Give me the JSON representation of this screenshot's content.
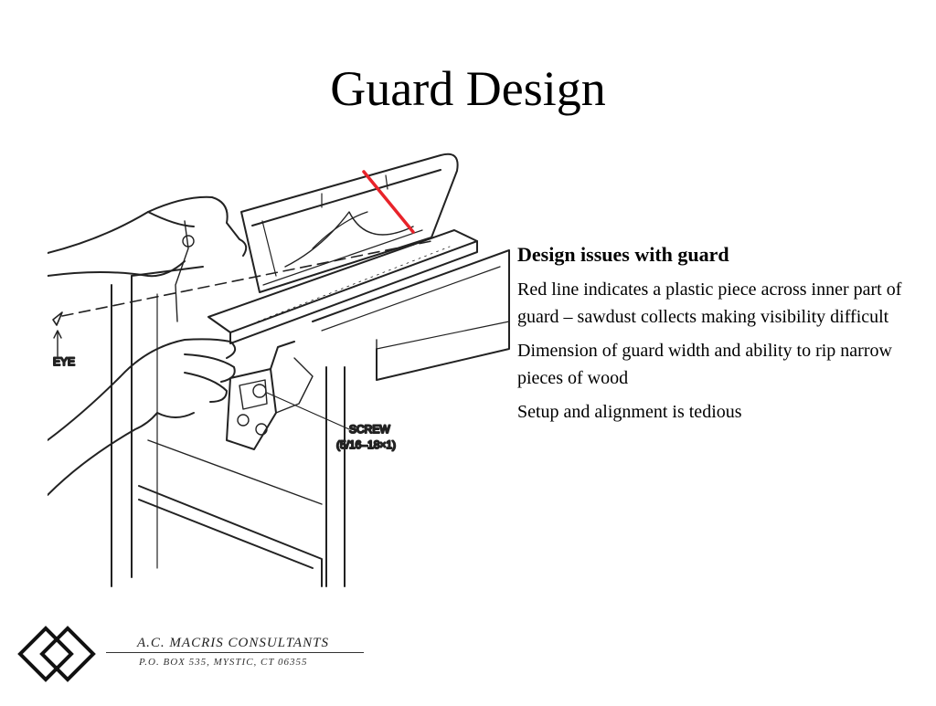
{
  "slide": {
    "title": "Guard Design"
  },
  "figure": {
    "label_eye": "EYE",
    "label_screw": "SCREW",
    "label_screw_size": "(5/16–18×1)",
    "highlight_color": "#e8232a"
  },
  "panel": {
    "heading": "Design issues with guard",
    "items": [
      "Red line indicates a plastic piece across inner part of guard – sawdust collects making visibility difficult",
      "Dimension of guard width and ability to rip narrow pieces of wood",
      "Setup and alignment is tedious"
    ]
  },
  "footer": {
    "company": "A.C. MACRIS CONSULTANTS",
    "address": "P.O. BOX 535, MYSTIC, CT 06355"
  }
}
